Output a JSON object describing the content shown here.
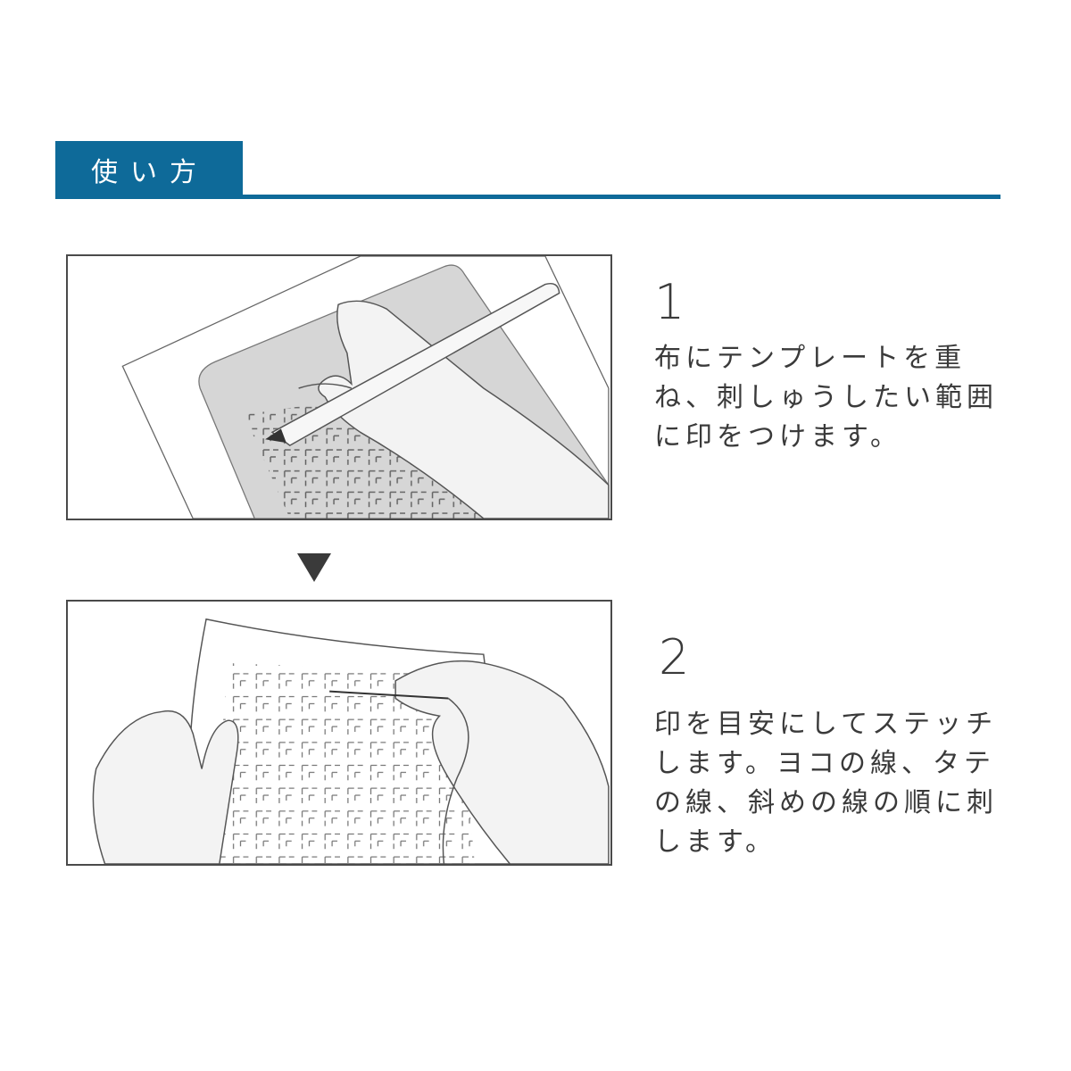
{
  "header": {
    "title": "使い方",
    "accent_color": "#0e6a99"
  },
  "steps": [
    {
      "number": "1",
      "text": "布にテンプレートを重ね、刺しゅうしたい範囲に印をつけます。",
      "illustration": "hand-drawing-template-icon"
    },
    {
      "number": "2",
      "text": "印を目安にしてステッチします。ヨコの線、タテの線、斜めの線の順に刺します。",
      "illustration": "hand-stitching-fabric-icon"
    }
  ],
  "arrow_icon": "down-triangle-icon"
}
